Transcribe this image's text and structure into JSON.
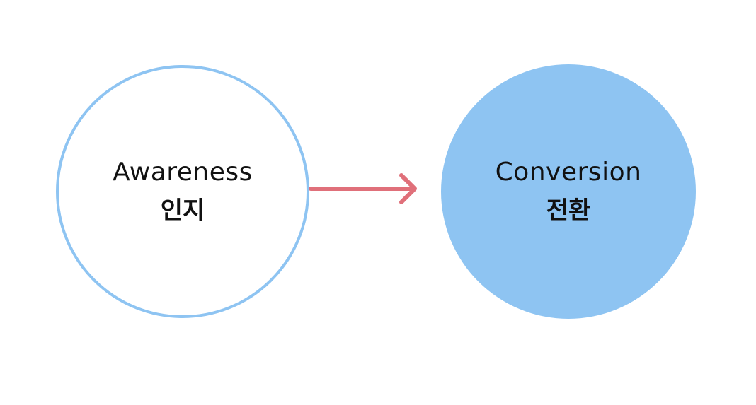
{
  "nodes": [
    {
      "label_en": "Awareness",
      "label_ko": "인지",
      "style": "outline",
      "stroke_color": "#8ec4f2",
      "fill_color": "#ffffff"
    },
    {
      "label_en": "Conversion",
      "label_ko": "전환",
      "style": "filled",
      "fill_color": "#8ec4f2"
    }
  ],
  "connector": {
    "from": "Awareness",
    "to": "Conversion",
    "color": "#e0707a",
    "icon": "arrow-right-icon"
  },
  "text_color": "#111111",
  "background_color": "#ffffff"
}
